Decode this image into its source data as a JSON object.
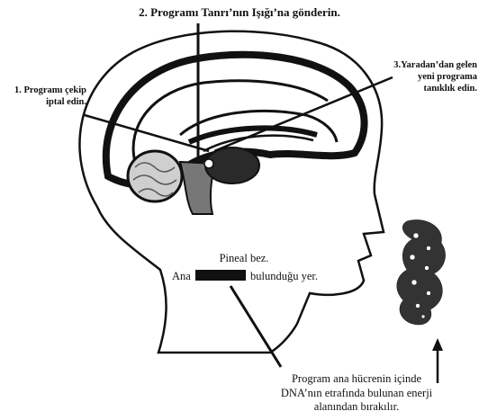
{
  "title": "2. Programı Tanrı’nın Işığı’na gönderin.",
  "steps": {
    "step1_line1": "1. Programı çekip",
    "step1_line2": "iptal edin.",
    "step3_line1": "3.Yaradan’dan gelen",
    "step3_line2": "yeni programa",
    "step3_line3": "tanıklık edin."
  },
  "pineal": {
    "name": "Pineal bez.",
    "loc_prefix": "Ana",
    "loc_suffix": "bulunduğu yer."
  },
  "caption": {
    "line1": "Program ana hücrenin içinde",
    "line2": "DNA’nın etrafında bulunan enerji",
    "line3": "alanından bırakılır."
  }
}
